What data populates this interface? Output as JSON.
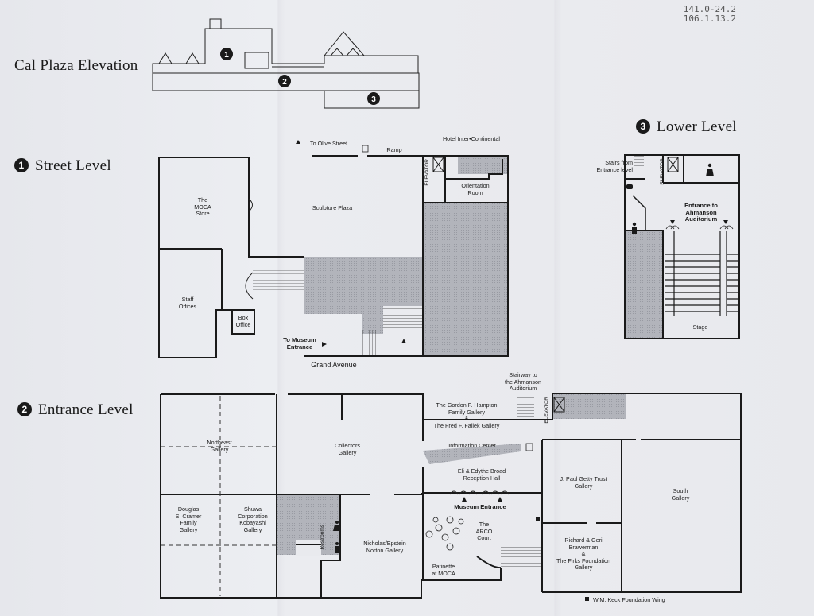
{
  "elevation": {
    "title": "Cal Plaza Elevation",
    "markers": [
      "1",
      "2",
      "3"
    ]
  },
  "street": {
    "number": "1",
    "title": "Street Level",
    "labels": {
      "store": "The\nMOCA\nStore",
      "staff": "Staff\nOffices",
      "box": "Box\nOffice",
      "plaza": "Sculpture Plaza",
      "olive": "To Olive Street",
      "ramp": "Ramp",
      "hotel": "Hotel Inter•Continental",
      "elevator": "ELEVATOR",
      "orientation": "Orientation\nRoom",
      "museum_entrance": "To Museum\nEntrance",
      "grand": "Grand Avenue"
    }
  },
  "lower": {
    "number": "3",
    "title": "Lower Level",
    "labels": {
      "stairs": "Stairs from\nEntrance level",
      "elevator": "ELEVATOR",
      "entrance": "Entrance to\nAhmanson\nAuditorium",
      "stage": "Stage"
    }
  },
  "entrance": {
    "number": "2",
    "title": "Entrance Level",
    "labels": {
      "northeast": "Northeast\nGallery",
      "collectors": "Collectors\nGallery",
      "hampton": "The Gordon F. Hampton\nFamily Gallery\n&\nThe Fred F. Fallek Gallery",
      "stairway": "Stairway to\nthe Ahmanson\nAuditorium",
      "elevator": "ELEVATOR",
      "info": "Information Center",
      "broad": "Eli & Edythe Broad\nReception Hall",
      "getty": "J. Paul Getty Trust\nGallery",
      "south": "South\nGallery",
      "cramer": "Douglas\nS. Cramer\nFamily\nGallery",
      "shuwa": "Shuwa\nCorporation\nKobayashi\nGallery",
      "restrooms": "Restrooms",
      "nicholas": "Nicholas/Epstein\nNorton Gallery",
      "museum_entrance": "Museum Entrance",
      "arco": "The\nARCO\nCourt",
      "patinette": "Patinette\nat MOCA",
      "brawerman": "Richard & Geri\nBrawerman\n&\nThe Firks Foundation\nGallery",
      "keck": "W.M. Keck Foundation Wing"
    }
  },
  "annotation": {
    "line1": "141.0-24.2",
    "line2": "106.1.13.2"
  },
  "colors": {
    "wall": "#1a1a1a",
    "shade": "#aeb0b7",
    "paper": "#e9eaee"
  }
}
